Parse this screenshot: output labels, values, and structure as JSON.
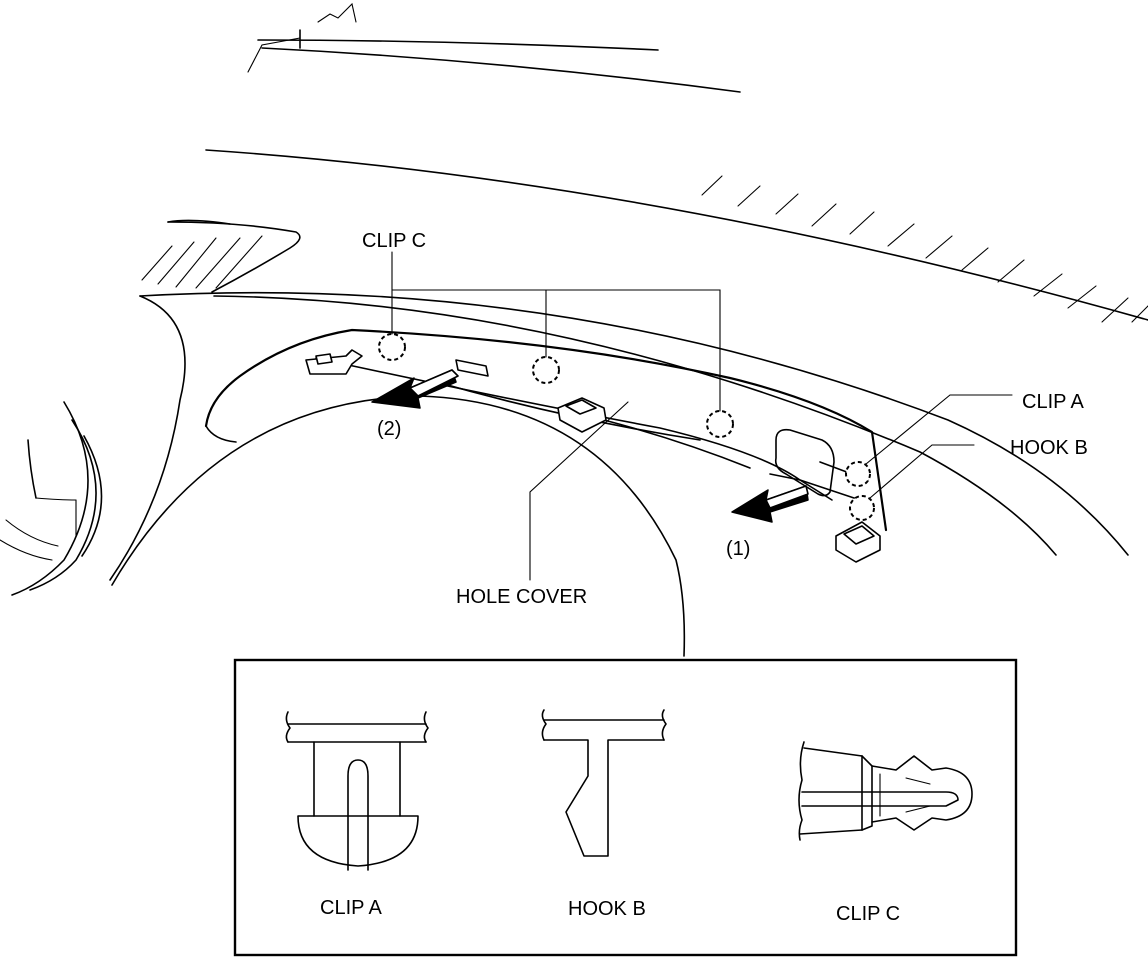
{
  "callouts": {
    "clip_c": "CLIP C",
    "clip_a": "CLIP A",
    "hook_b": "HOOK B",
    "hole_cover": "HOLE COVER",
    "step_1": "(1)",
    "step_2": "(2)"
  },
  "detail": {
    "clip_a": "CLIP A",
    "hook_b": "HOOK B",
    "clip_c": "CLIP C"
  }
}
